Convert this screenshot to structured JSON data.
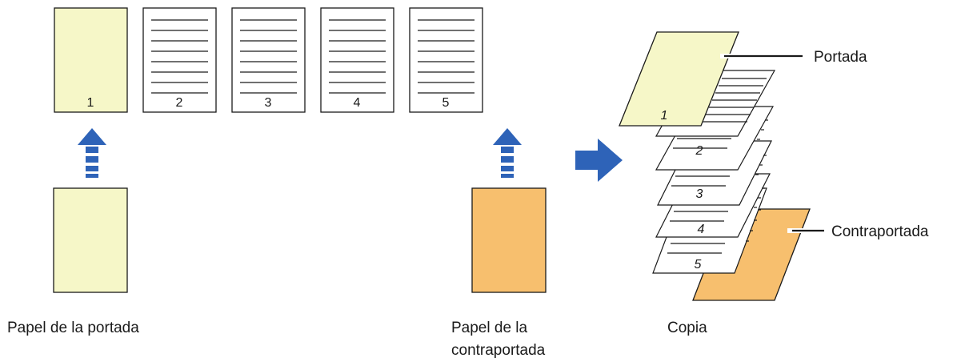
{
  "originals": {
    "page_numbers": [
      "1",
      "2",
      "3",
      "4",
      "5"
    ]
  },
  "labels": {
    "cover_paper": "Papel de la portada",
    "back_cover_paper_line1": "Papel de la",
    "back_cover_paper_line2": "contraportada",
    "copy": "Copia",
    "front_cover": "Portada",
    "back_cover": "Contraportada"
  },
  "copy_stack": {
    "page_numbers": [
      "1",
      "2",
      "3",
      "4",
      "5"
    ]
  },
  "colors": {
    "cover_yellow": "#f6f7c8",
    "back_cover_orange": "#f7bf6e",
    "arrow_blue": "#2e63b8",
    "outline": "#1a1a1a"
  }
}
